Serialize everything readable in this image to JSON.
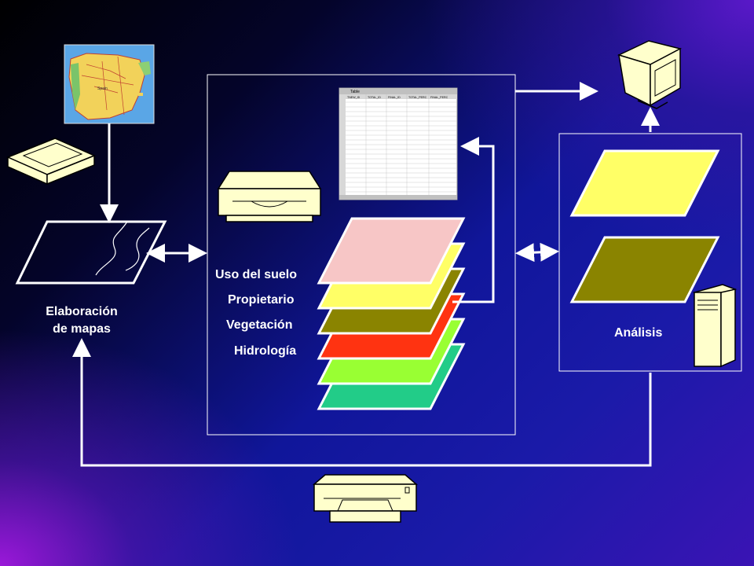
{
  "labels": {
    "elaboracion_line1": "Elaboración",
    "elaboracion_line2": "de mapas",
    "uso": "Uso del suelo",
    "propietario": "Propietario",
    "vegetacion": "Vegetación",
    "hidrologia": "Hidrología",
    "analisis": "Análisis"
  },
  "table": {
    "title": "Table",
    "headers": [
      "TNEW_ID",
      "TOTAL_ID",
      "FINAL_ID",
      "TOTAL_PERC",
      "FINAL_PERC"
    ]
  },
  "map_label": "Spain",
  "colors": {
    "layer_pink": "#f7c6c6",
    "layer_yellow": "#ffff66",
    "layer_olive": "#8a8400",
    "layer_red": "#ff3311",
    "layer_lime": "#99ff33",
    "layer_teal": "#22cc88",
    "device_cream": "#ffffcc",
    "white": "#ffffff"
  }
}
